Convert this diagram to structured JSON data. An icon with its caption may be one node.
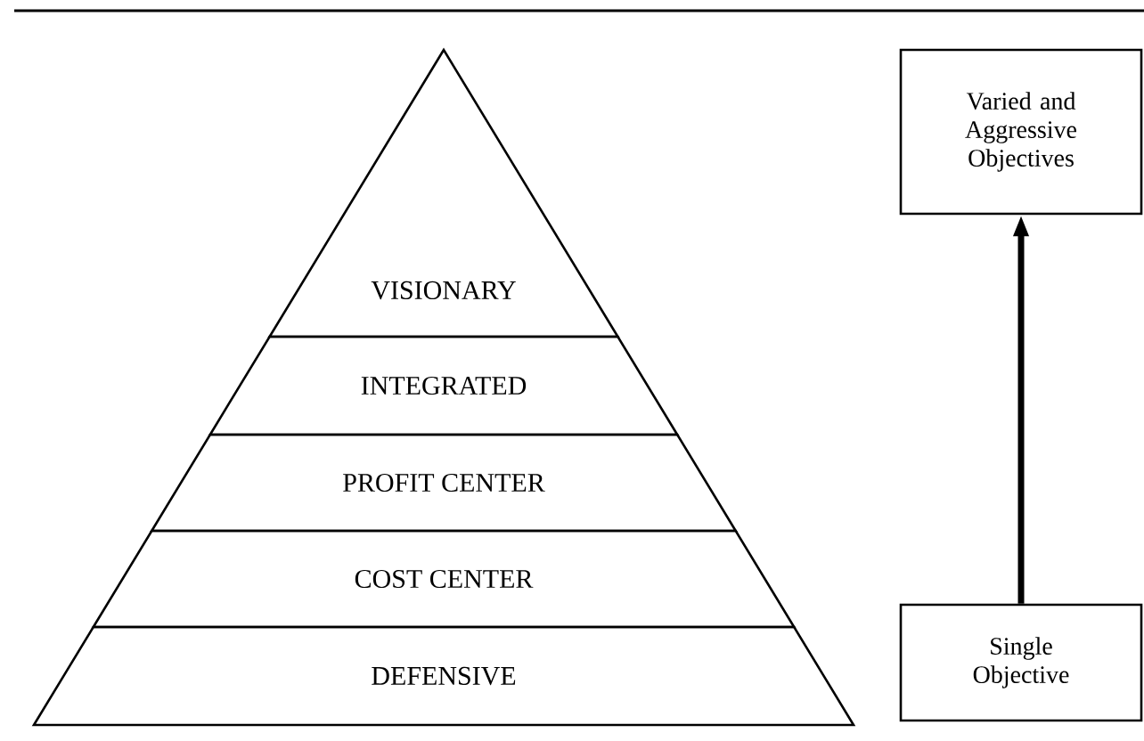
{
  "diagram": {
    "nodes": [
      {
        "text": [
          "VISIONARY"
        ]
      },
      {
        "text": [
          "INTEGRATED"
        ]
      },
      {
        "text": [
          "PROFIT CENTER"
        ]
      },
      {
        "text": [
          "COST CENTER"
        ]
      },
      {
        "text": [
          "DEFENSIVE"
        ]
      },
      {
        "text": [
          "Varied and Aggressive Objectives"
        ]
      },
      {
        "text": [
          "Single Objective"
        ]
      }
    ],
    "edges": [
      {
        "from": 6,
        "to": 5,
        "arrow": "to"
      }
    ]
  }
}
